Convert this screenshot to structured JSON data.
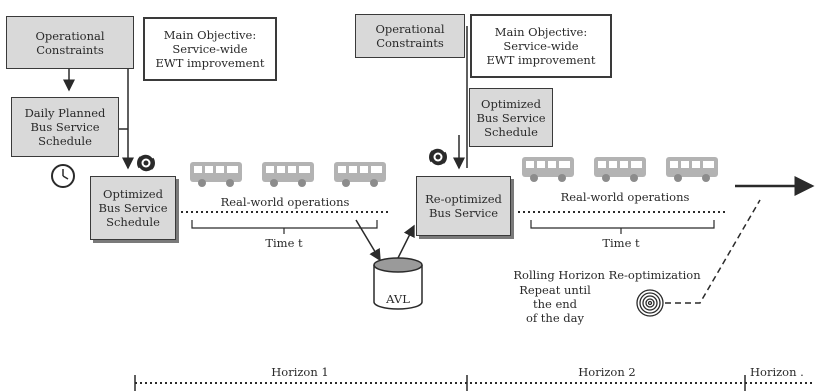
{
  "left": {
    "constraints": "Operational\nConstraints",
    "objective": "Main Objective:\nService-wide\nEWT improvement",
    "daily_schedule": "Daily Planned\nBus Service\nSchedule",
    "optimized": "Optimized\nBus Service\nSchedule",
    "realworld": "Real-world operations",
    "time": "Time t"
  },
  "right": {
    "constraints": "Operational\nConstraints",
    "objective": "Main Objective:\nService-wide\nEWT improvement",
    "optimized_schedule": "Optimized\nBus Service\nSchedule",
    "reoptimized": "Re-optimized\nBus Service",
    "realworld": "Real-world operations",
    "time": "Time t"
  },
  "avl": "AVL",
  "rolling": {
    "title": "Rolling Horizon Re-optimization",
    "repeat": "Repeat until\nthe end\nof the day"
  },
  "horizons": [
    "Horizon 1",
    "Horizon 2",
    "Horizon ."
  ],
  "icons": [
    "clock-icon",
    "gear-icon",
    "bus-icon",
    "database-icon",
    "spiral-icon"
  ],
  "colors": {
    "box_grey": "#d9d9d9",
    "bus_grey": "#b0b0b0",
    "line": "#2a2a2a"
  }
}
